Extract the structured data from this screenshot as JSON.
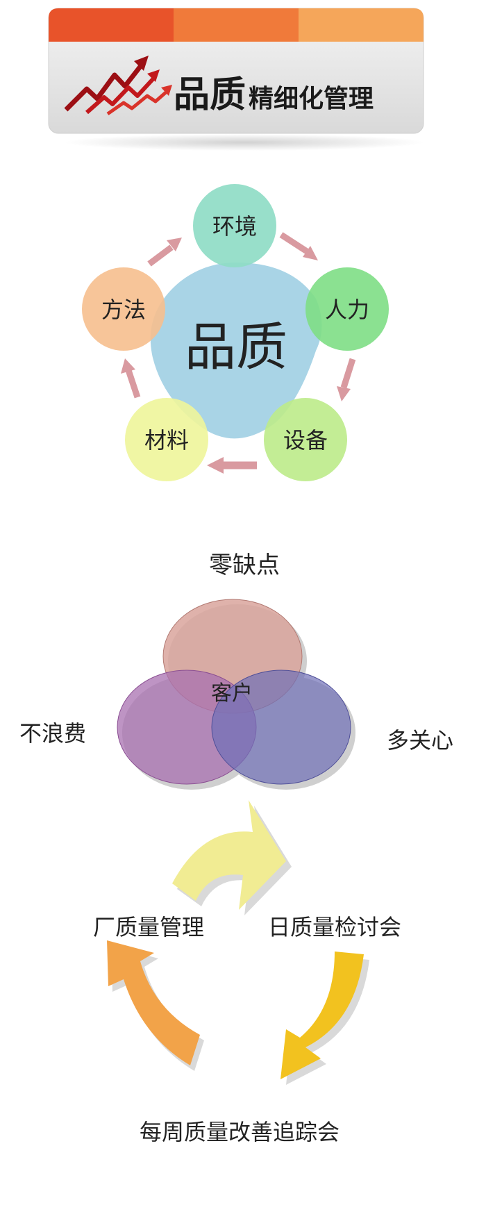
{
  "header": {
    "title_big": "品质",
    "title_small": "精细化管理",
    "bar_colors": [
      "#e8532a",
      "#f07a3a",
      "#f5a65a"
    ],
    "logo_icon": "rising-arrows-icon"
  },
  "quality_cycle": {
    "center": "品质",
    "nodes": {
      "environment": "环境",
      "manpower": "人力",
      "equipment": "设备",
      "material": "材料",
      "method": "方法"
    }
  },
  "venn": {
    "top_label": "零缺点",
    "left_label": "不浪费",
    "right_label": "多关心",
    "center_label": "客户"
  },
  "meetings": {
    "factory": "厂质量管理",
    "daily": "日质量检讨会",
    "weekly": "每周质量改善追踪会"
  }
}
